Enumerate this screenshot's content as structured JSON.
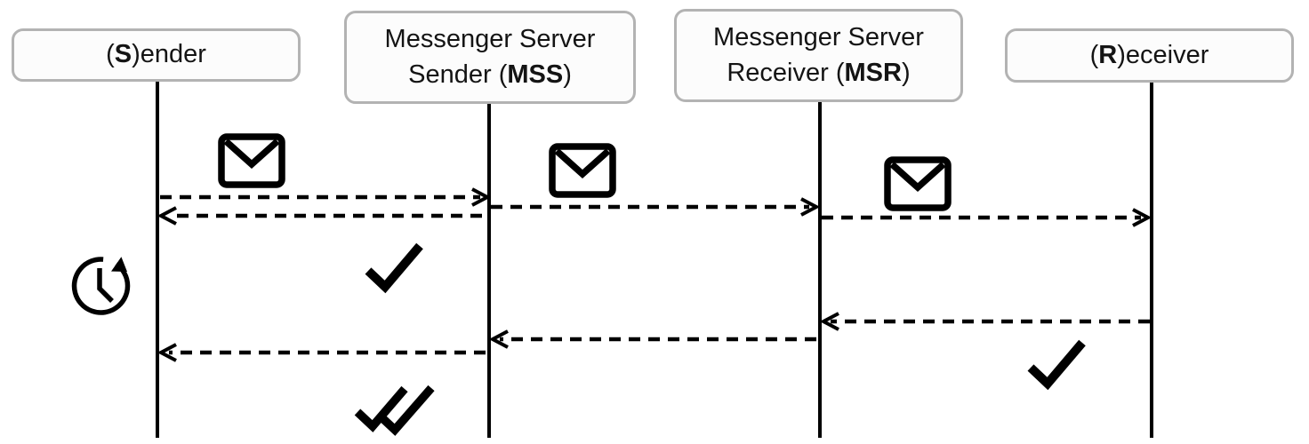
{
  "colors": {
    "background": "#ffffff",
    "line": "#000000",
    "box_fill": "#fcfcfc",
    "box_border": "#b3b3b3",
    "text": "#141414"
  },
  "actors": [
    {
      "id": "sender",
      "label_pre": "(",
      "label_bold": "S",
      "label_post": ")ender"
    },
    {
      "id": "mss",
      "line1": "Messenger Server",
      "line2_pre": "Sender (",
      "line2_bold": "MSS",
      "line2_post": ")"
    },
    {
      "id": "msr",
      "line1": "Messenger Server",
      "line2_pre": "Receiver (",
      "line2_bold": "MSR",
      "line2_post": ")"
    },
    {
      "id": "receiver",
      "label_pre": "(",
      "label_bold": "R",
      "label_post": ")eceiver"
    }
  ],
  "icons": {
    "envelope": "✉",
    "single_check": "✓",
    "double_check": "✓✓",
    "pending_clock": "⟳"
  },
  "messages": [
    {
      "id": "msg-sender-to-mss",
      "from": "sender",
      "to": "mss",
      "line_style": "dashed",
      "icon": "envelope"
    },
    {
      "id": "ack-mss-to-sender",
      "from": "mss",
      "to": "sender",
      "line_style": "dashed",
      "icon": "single_check"
    },
    {
      "id": "msg-mss-to-msr",
      "from": "mss",
      "to": "msr",
      "line_style": "dashed",
      "icon": "envelope"
    },
    {
      "id": "msg-msr-to-receiver",
      "from": "msr",
      "to": "receiver",
      "line_style": "dashed",
      "icon": "envelope"
    },
    {
      "id": "ack-receiver-to-msr",
      "from": "receiver",
      "to": "msr",
      "line_style": "dashed",
      "icon": "single_check"
    },
    {
      "id": "ack-msr-to-mss",
      "from": "msr",
      "to": "mss",
      "line_style": "dashed"
    },
    {
      "id": "ack-mss-to-sender-final",
      "from": "mss",
      "to": "sender",
      "line_style": "dashed",
      "icon": "double_check"
    }
  ],
  "sender_status": {
    "icon": "pending_clock"
  }
}
